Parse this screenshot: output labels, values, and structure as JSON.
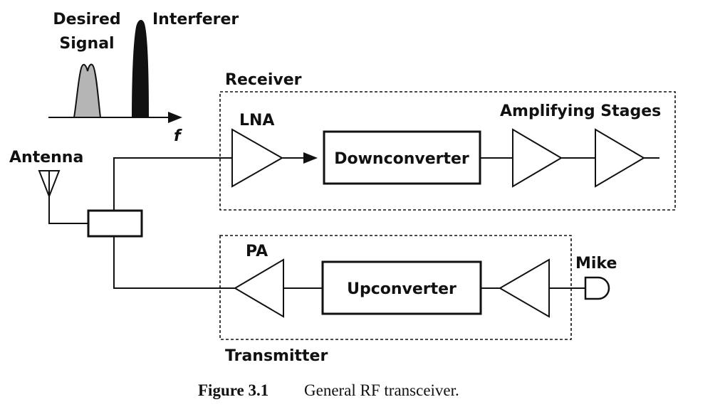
{
  "spectrum": {
    "desired_signal_line1": "Desired",
    "desired_signal_line2": "Signal",
    "interferer": "Interferer",
    "axis_label": "f",
    "colors": {
      "desired": "#b5b5b5",
      "interferer": "#111111"
    }
  },
  "antenna": {
    "label": "Antenna"
  },
  "receiver": {
    "title": "Receiver",
    "lna_label": "LNA",
    "downconverter_label": "Downconverter",
    "amplifying_stages_label": "Amplifying Stages"
  },
  "transmitter": {
    "title": "Transmitter",
    "pa_label": "PA",
    "upconverter_label": "Upconverter",
    "mike_label": "Mike"
  },
  "caption": {
    "number": "Figure 3.1",
    "text": "General RF transceiver."
  }
}
